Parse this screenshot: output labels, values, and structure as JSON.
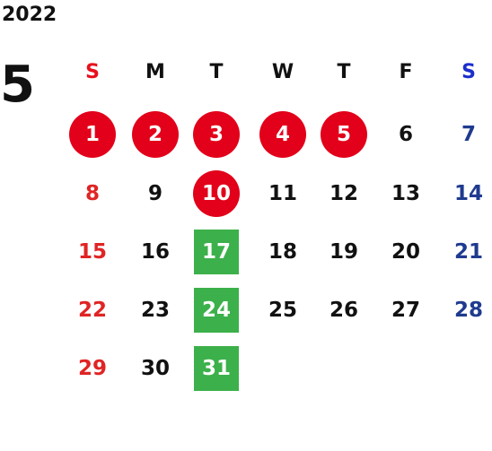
{
  "year": "2022",
  "month": "5",
  "weekdays": [
    "S",
    "M",
    "T",
    "W",
    "T",
    "F",
    "S"
  ],
  "weekday_colors": [
    "#e8101e",
    "#111111",
    "#111111",
    "#111111",
    "#111111",
    "#111111",
    "#1b2fcc"
  ],
  "colors": {
    "sunday": "#e02424",
    "saturday": "#1f3b8f",
    "weekday": "#111111",
    "holiday_circle": "#e2001a",
    "highlight_square": "#3cb04a",
    "on_mark_text": "#ffffff"
  },
  "weeks": [
    [
      {
        "day": "1",
        "mark": "circle"
      },
      {
        "day": "2",
        "mark": "circle"
      },
      {
        "day": "3",
        "mark": "circle"
      },
      {
        "day": "4",
        "mark": "circle"
      },
      {
        "day": "5",
        "mark": "circle"
      },
      {
        "day": "6",
        "mark": ""
      },
      {
        "day": "7",
        "mark": ""
      }
    ],
    [
      {
        "day": "8",
        "mark": ""
      },
      {
        "day": "9",
        "mark": ""
      },
      {
        "day": "10",
        "mark": "circle"
      },
      {
        "day": "11",
        "mark": ""
      },
      {
        "day": "12",
        "mark": ""
      },
      {
        "day": "13",
        "mark": ""
      },
      {
        "day": "14",
        "mark": ""
      }
    ],
    [
      {
        "day": "15",
        "mark": ""
      },
      {
        "day": "16",
        "mark": ""
      },
      {
        "day": "17",
        "mark": "square"
      },
      {
        "day": "18",
        "mark": ""
      },
      {
        "day": "19",
        "mark": ""
      },
      {
        "day": "20",
        "mark": ""
      },
      {
        "day": "21",
        "mark": ""
      }
    ],
    [
      {
        "day": "22",
        "mark": ""
      },
      {
        "day": "23",
        "mark": ""
      },
      {
        "day": "24",
        "mark": "square"
      },
      {
        "day": "25",
        "mark": ""
      },
      {
        "day": "26",
        "mark": ""
      },
      {
        "day": "27",
        "mark": ""
      },
      {
        "day": "28",
        "mark": ""
      }
    ],
    [
      {
        "day": "29",
        "mark": ""
      },
      {
        "day": "30",
        "mark": ""
      },
      {
        "day": "31",
        "mark": "square"
      }
    ]
  ]
}
